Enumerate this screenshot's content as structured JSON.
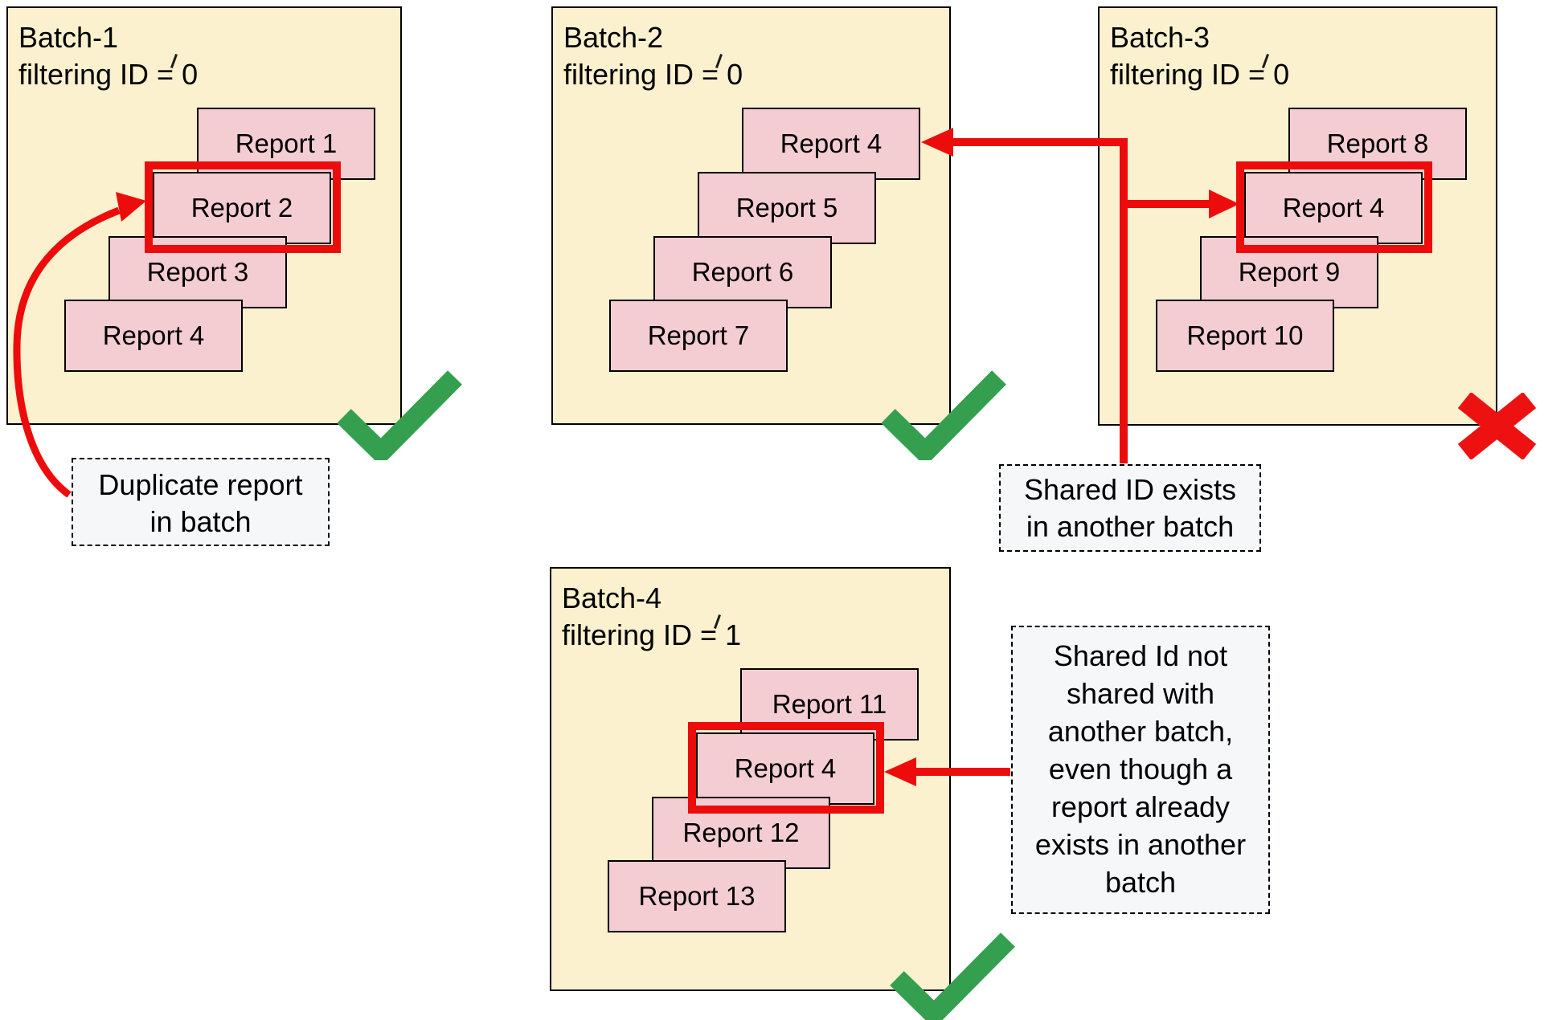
{
  "diagram": {
    "batches": [
      {
        "name": "Batch-1",
        "filter_label": "filtering ID = 0",
        "reports": [
          "Report 1",
          "Report 2",
          "Report 3",
          "Report 4"
        ],
        "highlighted_report": "Report 2",
        "status": "valid"
      },
      {
        "name": "Batch-2",
        "filter_label": "filtering ID = 0",
        "reports": [
          "Report 4",
          "Report 5",
          "Report 6",
          "Report 7"
        ],
        "highlighted_report": null,
        "status": "valid"
      },
      {
        "name": "Batch-3",
        "filter_label": "filtering ID = 0",
        "reports": [
          "Report 8",
          "Report 4",
          "Report 9",
          "Report 10"
        ],
        "highlighted_report": "Report 4",
        "status": "invalid"
      },
      {
        "name": "Batch-4",
        "filter_label": "filtering ID = 1",
        "reports": [
          "Report 11",
          "Report 4",
          "Report 12",
          "Report 13"
        ],
        "highlighted_report": "Report 4",
        "status": "valid"
      }
    ],
    "annotations": [
      {
        "id": "duplicate-note",
        "text": "Duplicate report in batch",
        "lines": [
          "Duplicate report",
          "in batch"
        ]
      },
      {
        "id": "shared-id-note",
        "text": "Shared ID exists in another batch",
        "lines": [
          "Shared ID exists",
          "in another batch"
        ]
      },
      {
        "id": "not-shared-note",
        "text": "Shared Id not shared with another batch, even though a report already exists in another batch",
        "lines": [
          "Shared Id not",
          "shared with",
          "another batch,",
          "even though a",
          "report already",
          "exists in another",
          "batch"
        ]
      }
    ],
    "icons": {
      "valid": "green-checkmark",
      "invalid": "red-cross"
    },
    "colors": {
      "canvas_bg": "#FFFFFF",
      "batch_fill": "#FBF1CE",
      "batch_border": "#000000",
      "report_fill": "#F3CDD2",
      "report_border": "#000000",
      "highlight_red": "#ED0C0C",
      "arrow_red": "#ED0C0C",
      "check_green": "#34A04F",
      "cross_red": "#ED1111",
      "note_fill": "#F6F7F9",
      "note_border": "#000000",
      "text": "#000000"
    }
  }
}
